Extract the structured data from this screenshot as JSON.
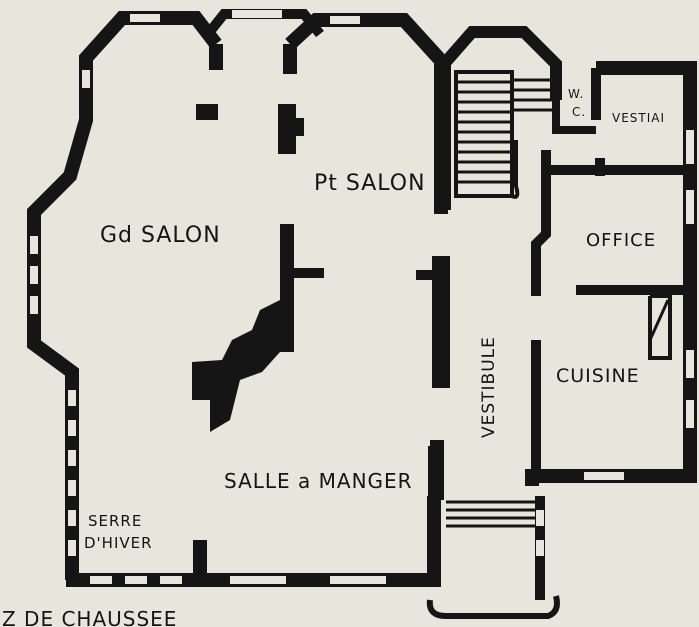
{
  "colors": {
    "paper": "#e8e6dc",
    "ink": "#151515"
  },
  "rooms": {
    "grand_salon": "Gd SALON",
    "petit_salon": "Pt SALON",
    "salle_a_manger": "SALLE a MANGER",
    "serre_line1": "SERRE",
    "serre_line2": "D'HIVER",
    "vestibule": "VESTIBULE",
    "office": "OFFICE",
    "cuisine": "CUISINE",
    "vestiaire": "VESTIAI",
    "wc_line1": "W.",
    "wc_line2": "C."
  },
  "caption": "Z DE CHAUSSEE"
}
